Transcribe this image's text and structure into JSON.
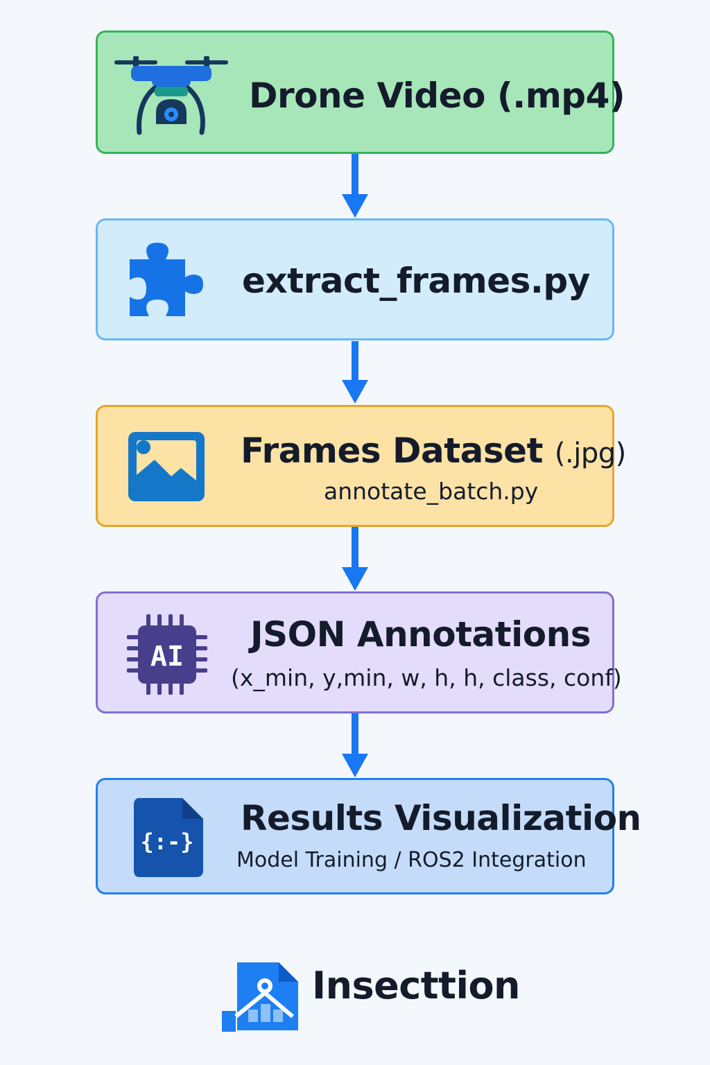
{
  "steps": [
    {
      "title": "Drone Video (.mp4)",
      "icon": "drone-icon"
    },
    {
      "title": "extract_frames.py",
      "icon": "puzzle-icon"
    },
    {
      "title": "Frames Dataset",
      "title_suffix": "(.jpg)",
      "subtitle": "annotate_batch.py",
      "icon": "image-icon"
    },
    {
      "title": "JSON Annotations",
      "subtitle": "(x_min, y,min, w, h, h, class, conf)",
      "icon": "ai-chip-icon"
    },
    {
      "title": "Results Visualization",
      "subtitle": "Model Training / ROS2 Integration",
      "icon": "json-file-icon"
    }
  ],
  "footer": {
    "name": "Insecttion",
    "icon": "insecttion-logo-icon"
  },
  "colors": {
    "arrow": "#1877f2",
    "step1_fill": "#a6e6b8",
    "step2_fill": "#d2ecfb",
    "step3_fill": "#fde2a6",
    "step4_fill": "#e3dcfb",
    "step5_fill": "#c4dcfa"
  }
}
